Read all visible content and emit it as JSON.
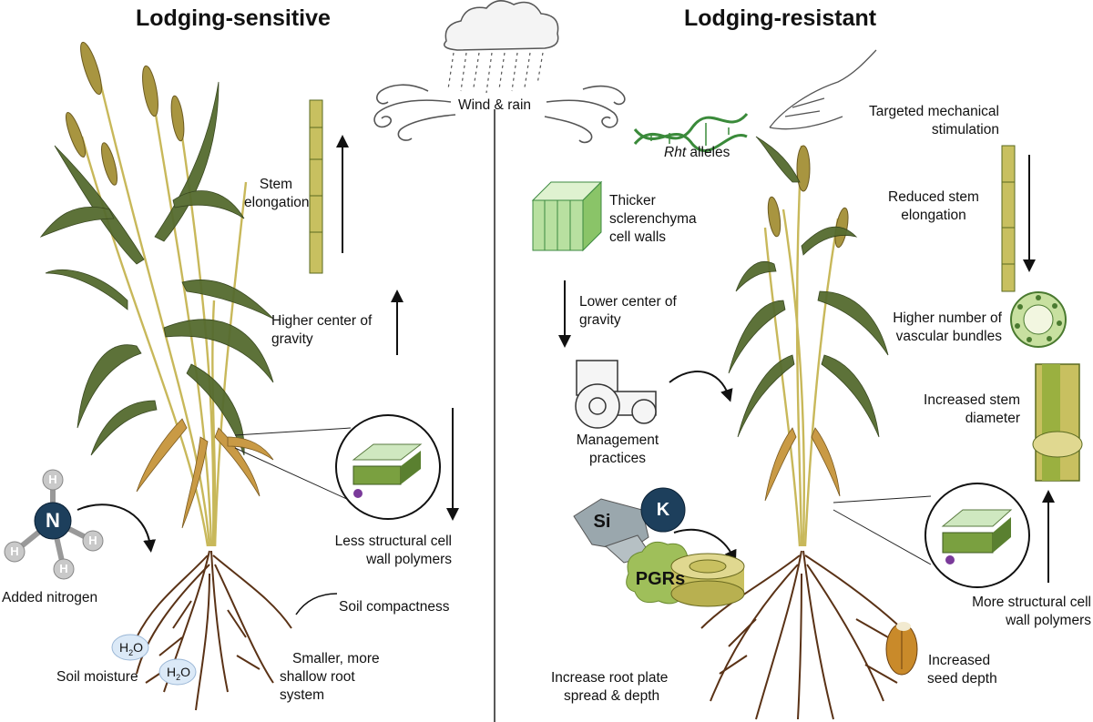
{
  "titles": {
    "left": "Lodging-sensitive",
    "right": "Lodging-resistant"
  },
  "center": {
    "weather": "Wind & rain"
  },
  "left_labels": {
    "stem_elongation": [
      "Stem",
      "elongation"
    ],
    "center_gravity": [
      "Higher center of",
      "gravity"
    ],
    "polymers": [
      "Less structural cell",
      "wall polymers"
    ],
    "added_nitrogen": "Added nitrogen",
    "soil_compactness": "Soil compactness",
    "soil_moisture": "Soil moisture",
    "root_system": [
      "Smaller, more",
      "shallow root system"
    ]
  },
  "right_labels": {
    "rht_italic": "Rht",
    "rht_rest": " alleles",
    "mechanical": [
      "Targeted mechanical",
      "stimulation"
    ],
    "sclerenchyma": [
      "Thicker",
      "sclerenchyma",
      "cell walls"
    ],
    "reduced_elongation": [
      "Reduced stem",
      "elongation"
    ],
    "lower_gravity": [
      "Lower center of",
      "gravity"
    ],
    "vascular": [
      "Higher number of",
      "vascular bundles"
    ],
    "management": [
      "Management",
      "practices"
    ],
    "stem_diameter": [
      "Increased stem",
      "diameter"
    ],
    "polymers": [
      "More structural cell",
      "wall polymers"
    ],
    "root_plate": [
      "Increase root plate",
      "spread & depth"
    ],
    "seed_depth": [
      "Increased",
      "seed depth"
    ]
  },
  "atoms": {
    "nitrogen": "N",
    "hydrogen": "H",
    "water_h": "H",
    "water_sub": "2",
    "water_o": "O",
    "silicon": "Si",
    "potassium": "K",
    "pgrs": "PGRs"
  },
  "colors": {
    "leaf": "#556b2f",
    "leaf_light": "#8a9a3a",
    "root": "#5a3216",
    "stem": "#c8c060",
    "nitrogen": "#1d3f5c",
    "hydrogen": "#c9c9c9",
    "water": "#dbe9f7",
    "pgrs": "#9fbf5a",
    "silicon": "#9aa7ad"
  }
}
